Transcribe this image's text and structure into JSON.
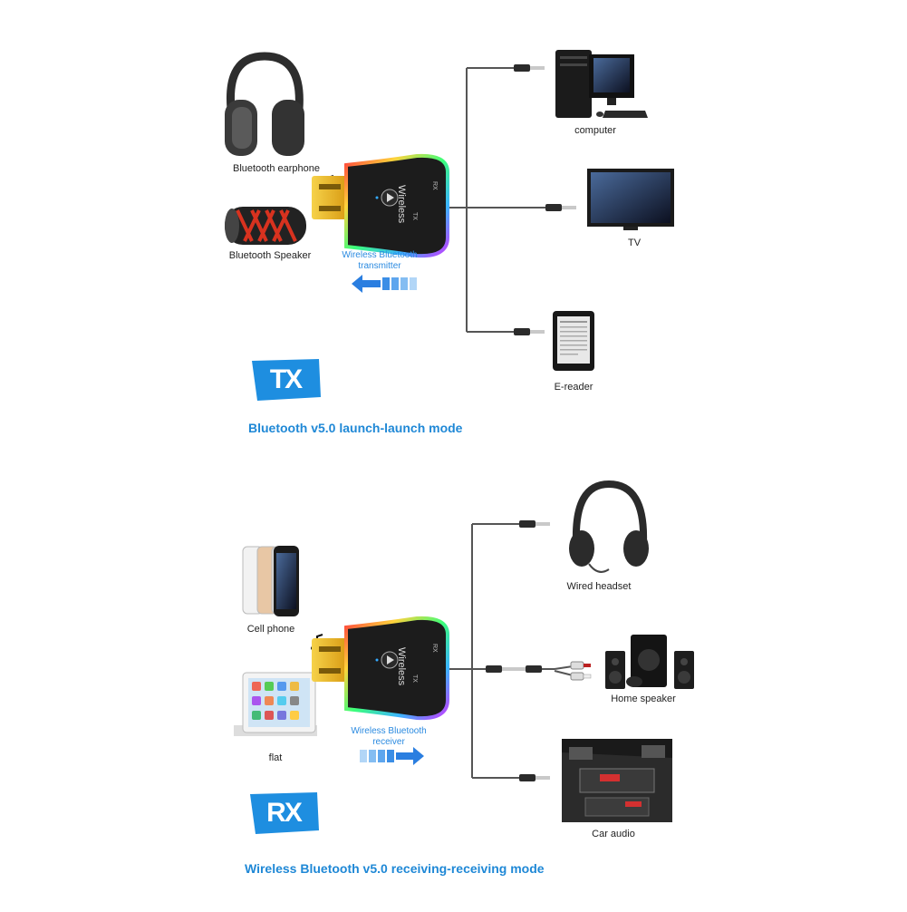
{
  "tx_section": {
    "heading": "Bluetooth v5.0 launch-launch mode",
    "badge": "TX",
    "arrow_label": "Wireless Bluetooth transmitter",
    "arrow_label_lines": [
      "Wireless Bluetooth",
      "transmitter"
    ],
    "source_devices": [
      "Bluetooth earphone",
      "Bluetooth Speaker"
    ],
    "connected_devices": [
      "computer",
      "TV",
      "E-reader"
    ],
    "adapter_text": {
      "main": "Wireless",
      "tx": "TX",
      "rx": "RX"
    }
  },
  "rx_section": {
    "heading": "Wireless Bluetooth v5.0 receiving-receiving mode",
    "badge": "RX",
    "arrow_label_lines": [
      "Wireless Bluetooth",
      "receiver"
    ],
    "source_devices": [
      "Cell phone",
      "flat"
    ],
    "connected_devices": [
      "Wired headset",
      "Home speaker",
      "Car audio"
    ],
    "adapter_text": {
      "main": "Wireless",
      "tx": "TX",
      "rx": "RX"
    }
  },
  "colors": {
    "accent_blue": "#1f88d6",
    "badge_blue": "#1e8ee0",
    "cable_gray": "#555555",
    "adapter_body": "#1c1c1c",
    "usb_gold": "#e9b418"
  }
}
